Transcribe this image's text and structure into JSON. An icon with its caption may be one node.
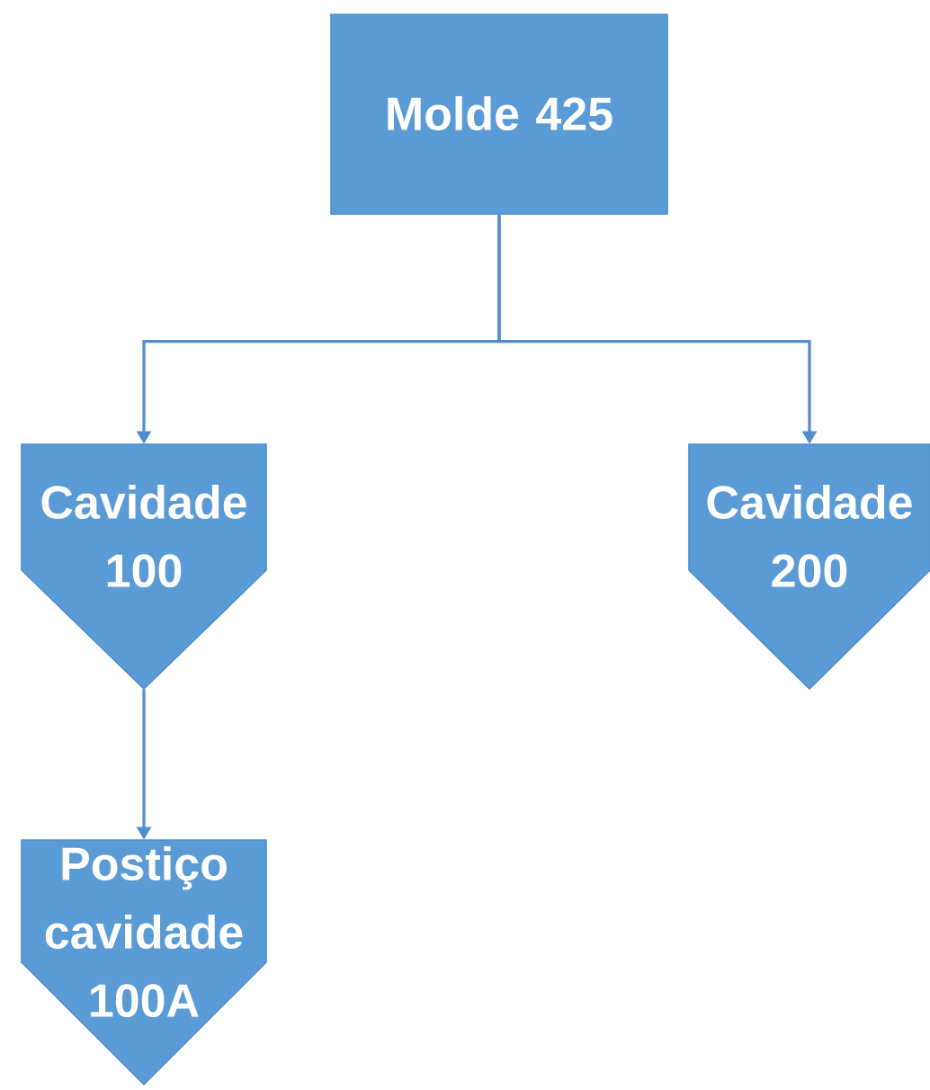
{
  "diagram": {
    "nodes": [
      {
        "text": [
          "Molde 425"
        ]
      },
      {
        "text": [
          "Cavidade 100"
        ]
      },
      {
        "text": [
          "Cavidade 200"
        ]
      },
      {
        "text": [
          "Postiço cavidade 100A"
        ]
      }
    ],
    "edges": [
      {
        "from": 0,
        "to": 1,
        "arrow": "to"
      },
      {
        "from": 0,
        "to": 2,
        "arrow": "to"
      },
      {
        "from": 1,
        "to": 3,
        "arrow": "to"
      }
    ]
  }
}
